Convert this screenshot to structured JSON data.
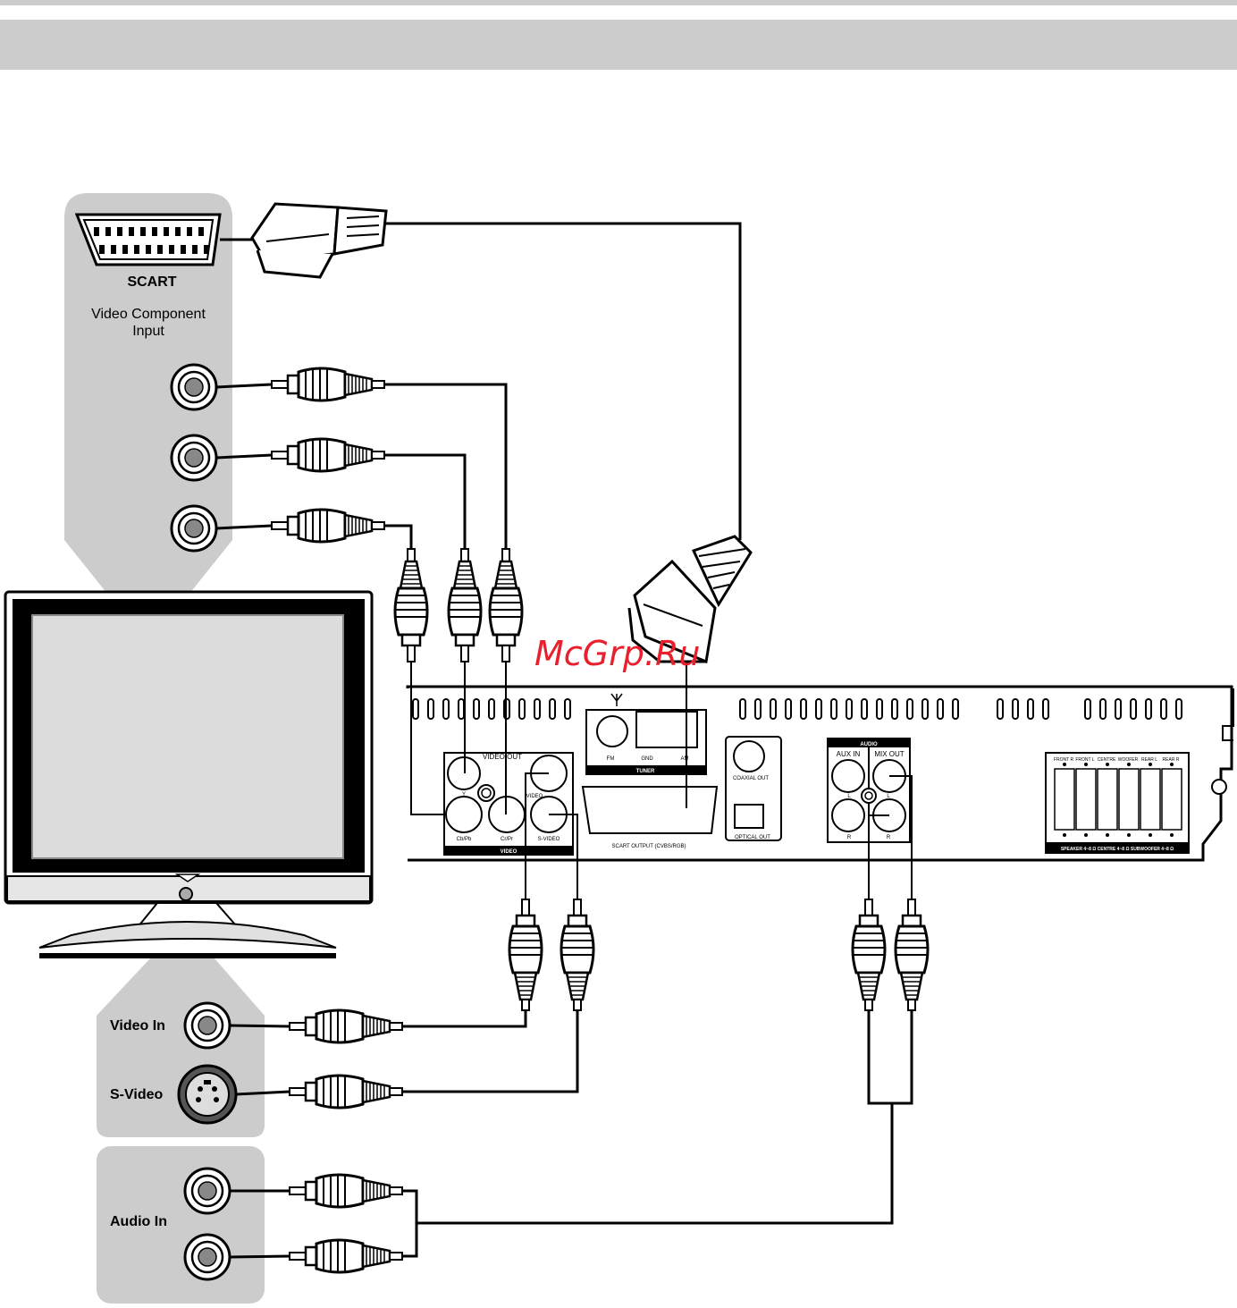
{
  "tv_panel": {
    "scart_label": "SCART",
    "component_label_line1": "Video Component",
    "component_label_line2": "Input"
  },
  "tv_bottom_panel": {
    "video_in_label": "Video In",
    "svideo_label": "S-Video",
    "audio_in_label": "Audio In"
  },
  "watermark": "McGrp.Ru",
  "player": {
    "video_out": "VIDEO OUT",
    "y": "Y",
    "cb": "Cb/Pb",
    "cr": "Cr/Pr",
    "svideo": "S-VIDEO",
    "video": "VIDEO",
    "video_group": "VIDEO",
    "fm": "FM",
    "gnd": "GND",
    "am": "AM",
    "tuner": "TUNER",
    "scart_output": "SCART OUTPUT (CVBS/RGB)",
    "coaxial_out": "COAXIAL OUT",
    "optical_out": "OPTICAL OUT",
    "audio": "AUDIO",
    "aux_in": "AUX IN",
    "mix_out": "MIX OUT",
    "l1": "L",
    "r1": "R",
    "l2": "L",
    "r2": "R",
    "front_r": "FRONT R",
    "front_l": "FRONT L",
    "centre": "CENTRE",
    "woofer": "WOOFER",
    "rear_l": "REAR L",
    "rear_r": "REAR R",
    "speaker_spec": "SPEAKER 4~8 Ω CENTRE 4~8 Ω SUBWOOFER 4~8 Ω"
  },
  "colors": {
    "panel_gray": "#cccccc",
    "header_bar": "#cccccc",
    "watermark_red": "#e8202e"
  }
}
